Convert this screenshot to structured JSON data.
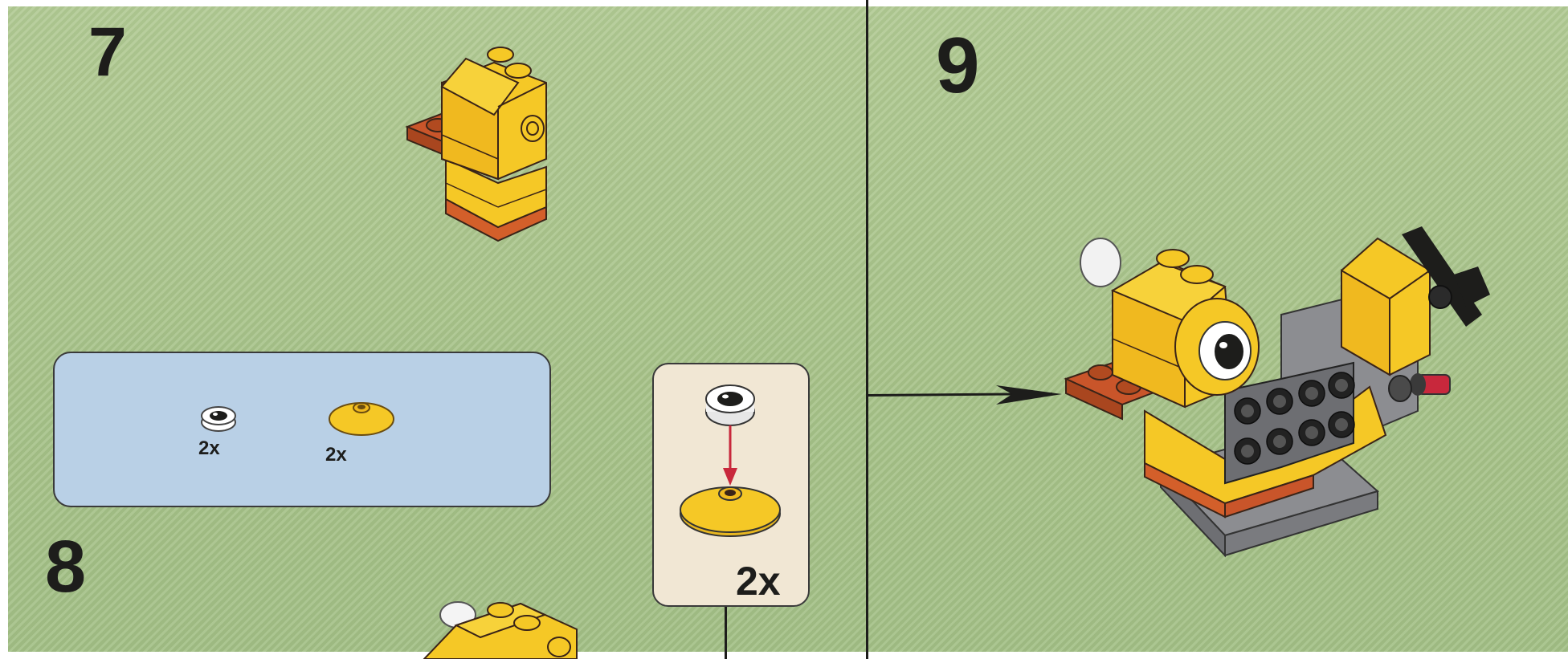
{
  "steps": {
    "step7": "7",
    "step8": "8",
    "step9": "9"
  },
  "parts_list": {
    "items": [
      {
        "part": "eye-tile-icon",
        "count": "2x"
      },
      {
        "part": "yellow-dish-icon",
        "count": "2x"
      }
    ]
  },
  "callout": {
    "count": "2x"
  },
  "colors": {
    "background": "#a8c48a",
    "parts_box": "#b9d0e6",
    "callout_box": "#f1e7d4",
    "brick_yellow": "#f5c826",
    "brick_orange": "#d35f2a",
    "brick_gray": "#8c8d91",
    "arrow_red": "#c8283c"
  }
}
